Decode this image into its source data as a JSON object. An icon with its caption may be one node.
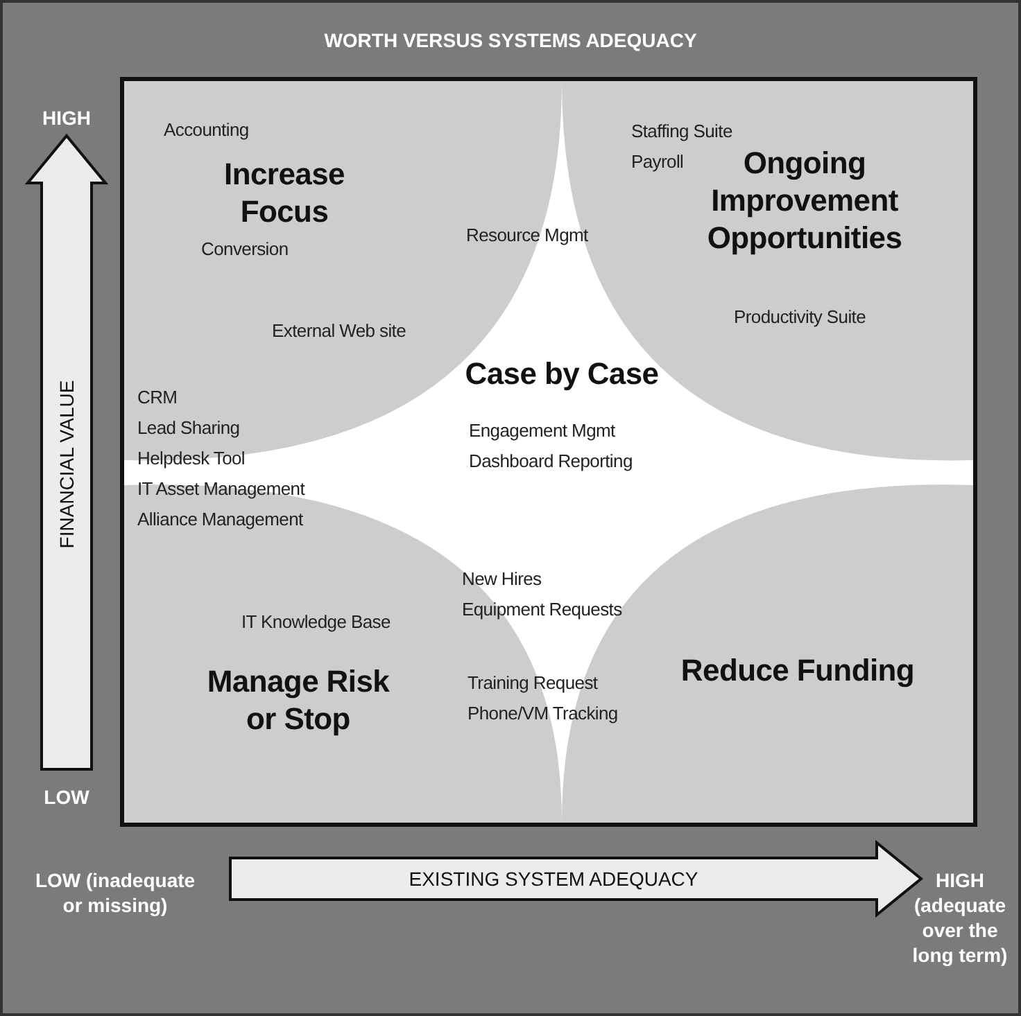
{
  "diagram": {
    "title": "WORTH VERSUS SYSTEMS ADEQUACY",
    "nodes": [
      {
        "text": [
          "Increase Focus"
        ]
      },
      {
        "text": [
          "Ongoing Improvement Opportunities"
        ]
      },
      {
        "text": [
          "Case by Case"
        ]
      },
      {
        "text": [
          "Manage Risk or Stop"
        ]
      },
      {
        "text": [
          "Reduce Funding"
        ]
      }
    ],
    "labels": [
      "HIGH",
      "Accounting",
      "Staffing Suite",
      "Payroll",
      "Conversion",
      "Resource Mgmt",
      "External Web site",
      "Productivity Suite",
      "FINANCIAL VALUE",
      "CRM",
      "Lead Sharing",
      "Helpdesk Tool",
      "IT Asset Management",
      "Alliance Management",
      "Engagement Mgmt",
      "Dashboard Reporting",
      "New Hires",
      "Equipment Requests",
      "IT Knowledge Base",
      "Training Request",
      "Phone/VM Tracking",
      "LOW",
      "LOW (inadequate or missing)",
      "EXISTING SYSTEM ADEQUACY",
      "HIGH (adequate over the long term)"
    ]
  }
}
